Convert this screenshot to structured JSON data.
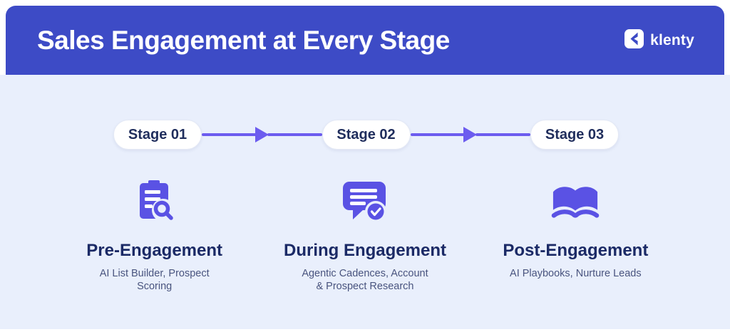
{
  "header": {
    "title": "Sales Engagement at Every Stage",
    "brand": "klenty"
  },
  "stages": [
    {
      "label": "Stage 01"
    },
    {
      "label": "Stage 02"
    },
    {
      "label": "Stage 03"
    }
  ],
  "columns": [
    {
      "icon": "clipboard-search-icon",
      "title": "Pre-Engagement",
      "subtitle_line1": "AI List Builder, Prospect",
      "subtitle_line2": "Scoring"
    },
    {
      "icon": "chat-check-icon",
      "title": "During Engagement",
      "subtitle_line1": "Agentic Cadences, Account",
      "subtitle_line2": "& Prospect Research"
    },
    {
      "icon": "open-book-icon",
      "title": "Post-Engagement",
      "subtitle_line1": "AI Playbooks, Nurture Leads",
      "subtitle_line2": ""
    }
  ],
  "colors": {
    "header_blue": "#3D4BC6",
    "body_lavender": "#E9EFFC",
    "accent_purple": "#5A52E4",
    "arrow_purple": "#6C5CEF",
    "heading_navy": "#1B2A66",
    "subtext_gray_navy": "#49547E",
    "pill_text_navy": "#1F2D5C"
  }
}
